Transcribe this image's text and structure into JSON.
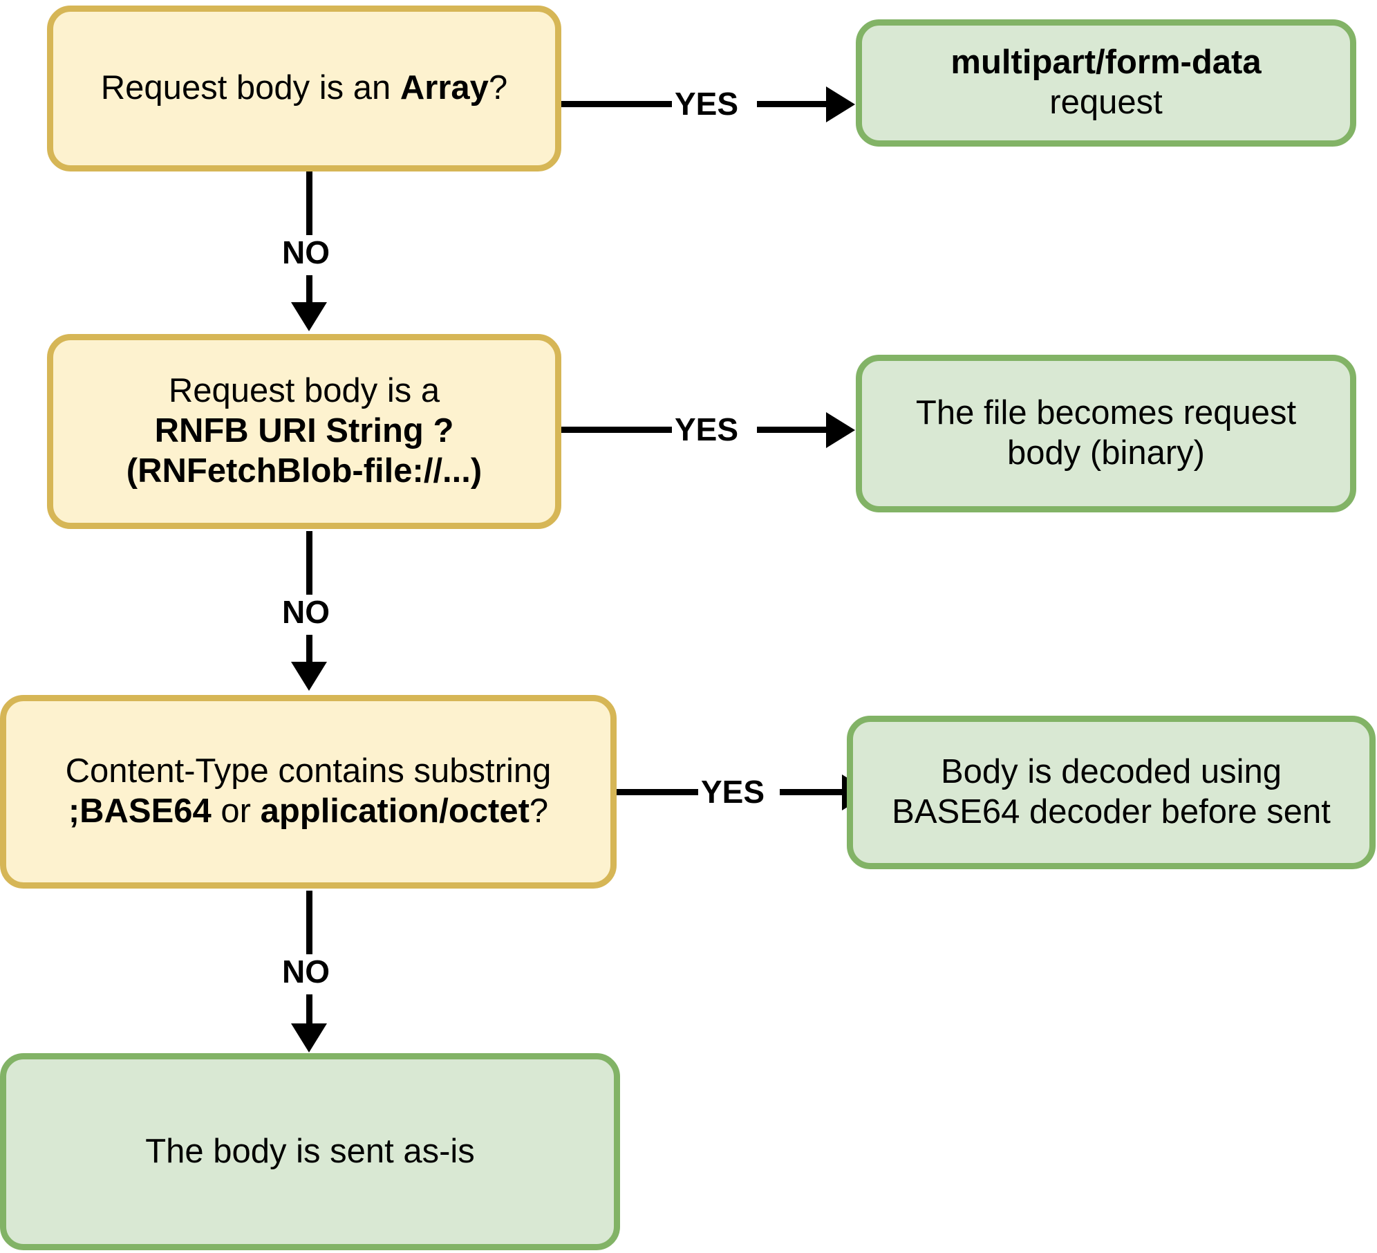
{
  "diagram": {
    "title": "RNFetchBlob request body handling decision flow",
    "colors": {
      "decision_fill": "#fdf2cf",
      "decision_border": "#d6b656",
      "terminal_fill": "#d9e8d3",
      "terminal_border": "#82b366",
      "edge": "#000000",
      "text": "#000000"
    },
    "nodes": {
      "decision_array": {
        "kind": "decision",
        "line1_prefix": "Request body is an ",
        "line1_strong": "Array",
        "line1_suffix": "?"
      },
      "terminal_multipart": {
        "kind": "terminal",
        "line1_strong": "multipart/form-data",
        "line2": "request"
      },
      "decision_rnfb_uri": {
        "kind": "decision",
        "line1": "Request body is a",
        "line2_strong": "RNFB URI String ?",
        "line3_strong": "(RNFetchBlob-file://...)"
      },
      "terminal_file_binary": {
        "kind": "terminal",
        "line1": "The file becomes request",
        "line2": "body (binary)"
      },
      "decision_content_type": {
        "kind": "decision",
        "line1": "Content-Type contains substring",
        "line2_strong_a": ";BASE64",
        "line2_mid": " or ",
        "line2_strong_b": "application/octet",
        "line2_suffix": "?"
      },
      "terminal_base64_decoded": {
        "kind": "terminal",
        "line1": "Body is decoded using",
        "line2": "BASE64 decoder before sent"
      },
      "terminal_as_is": {
        "kind": "terminal",
        "line1": "The body is sent as-is"
      }
    },
    "edges": {
      "array_yes": "YES",
      "array_no": "NO",
      "rnfb_yes": "YES",
      "rnfb_no": "NO",
      "ctype_yes": "YES",
      "ctype_no": "NO"
    }
  }
}
